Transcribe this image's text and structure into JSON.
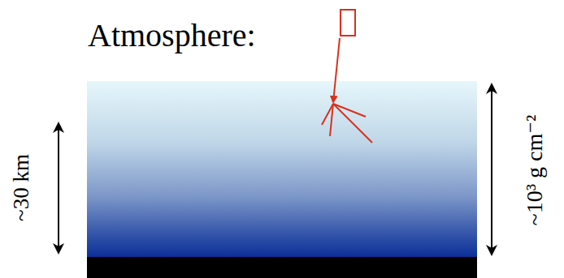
{
  "diagram": {
    "labels": [
      "Atmosphere:",
      "~30 km",
      "~10³ g cm⁻²"
    ]
  }
}
